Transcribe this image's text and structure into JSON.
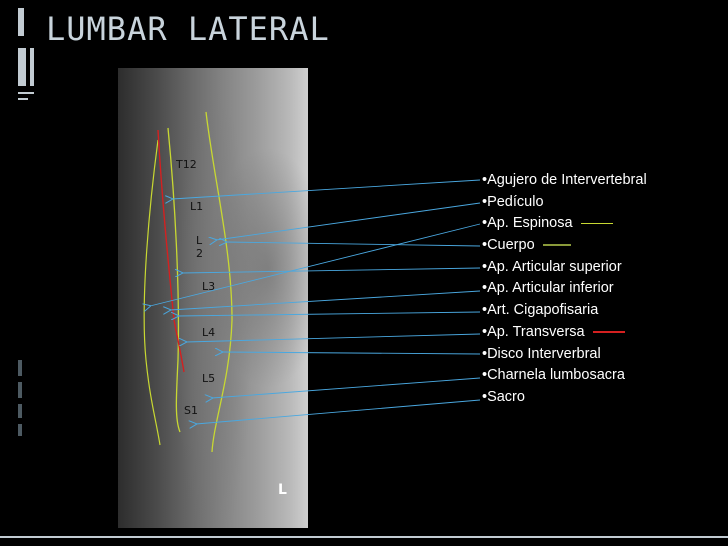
{
  "slide": {
    "title": "LUMBAR LATERAL"
  },
  "xray": {
    "film_marker": "L",
    "levels": [
      {
        "label": "T12"
      },
      {
        "label": "L1"
      },
      {
        "label": "L\n2"
      },
      {
        "label": "L3"
      },
      {
        "label": "L4"
      },
      {
        "label": "L5"
      },
      {
        "label": "S1"
      }
    ]
  },
  "legend": {
    "items": [
      {
        "label": "•Agujero de Intervertebral",
        "line_color": ""
      },
      {
        "label": "•Pedículo",
        "line_color": ""
      },
      {
        "label": "•Ap. Espinosa",
        "line_color": "#c8d832"
      },
      {
        "label": "•Cuerpo",
        "line_color": "#8a9a3a"
      },
      {
        "label": "•Ap. Articular superior",
        "line_color": ""
      },
      {
        "label": "•Ap. Articular inferior",
        "line_color": ""
      },
      {
        "label": "•Art. Cigapofisaria",
        "line_color": ""
      },
      {
        "label": "•Ap. Transversa",
        "line_color": "#d42020"
      },
      {
        "label": "•Disco Interverbral",
        "line_color": ""
      },
      {
        "label": "•Charnela lumbosacra",
        "line_color": ""
      },
      {
        "label": "•Sacro",
        "line_color": ""
      }
    ]
  },
  "colors": {
    "background": "#000000",
    "title": "#c9d4dc",
    "arrow": "#4aa8e0",
    "body_outline": "#c8d832",
    "transverse_line": "#d42020"
  }
}
